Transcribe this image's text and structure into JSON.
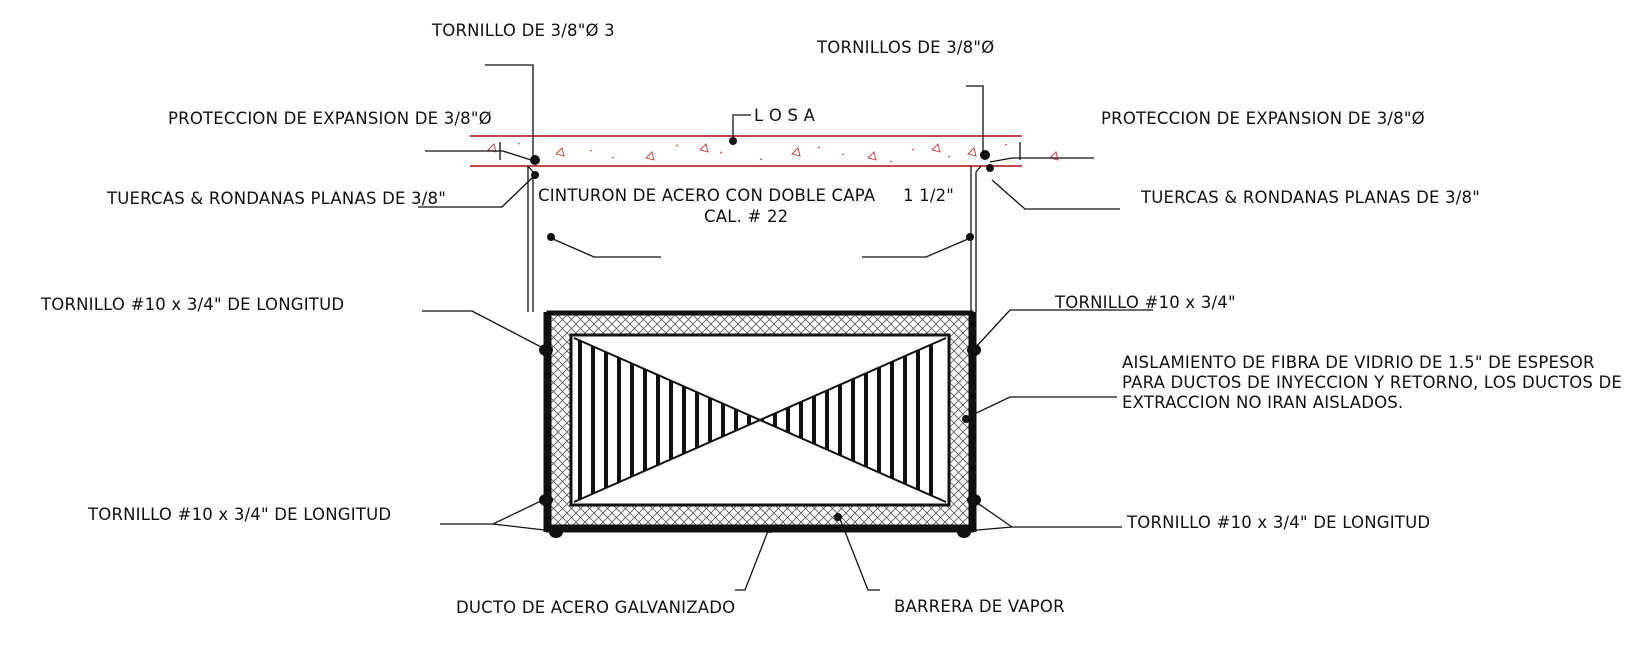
{
  "colors": {
    "slab": "#c0494b",
    "line": "#111111",
    "background": "#ffffff"
  },
  "labels": {
    "tornillo_3_8_3": "TORNILLO DE 3/8\"Ø 3",
    "tornillos_3_8": "TORNILLOS DE 3/8\"Ø",
    "losa": "L O S A",
    "proteccion_left": "PROTECCION DE EXPANSION DE 3/8\"Ø",
    "proteccion_right": "PROTECCION DE EXPANSION DE 3/8\"Ø",
    "tuercas_left": "TUERCAS & RONDANAS PLANAS DE 3/8\"",
    "tuercas_right": "TUERCAS & RONDANAS PLANAS DE 3/8\"",
    "cinturon_line1": "CINTURON DE ACERO CON DOBLE CAPA",
    "cinturon_size": "1 1/2\"",
    "cinturon_line2": "CAL. # 22",
    "tornillo10_left_top": "TORNILLO #10 x 3/4\" DE LONGITUD",
    "tornillo10_right_top": "TORNILLO #10 x 3/4\"",
    "aislamiento_line1": "AISLAMIENTO DE FIBRA DE VIDRIO DE 1.5\" DE ESPESOR",
    "aislamiento_line2": "PARA DUCTOS DE INYECCION Y RETORNO, LOS DUCTOS DE",
    "aislamiento_line3": "EXTRACCION NO IRAN AISLADOS.",
    "tornillo10_left_bottom": "TORNILLO #10 x 3/4\" DE LONGITUD",
    "tornillo10_right_bottom": "TORNILLO #10 x 3/4\" DE LONGITUD",
    "ducto": "DUCTO DE ACERO GALVANIZADO",
    "barrera": "BARRERA DE VAPOR"
  }
}
